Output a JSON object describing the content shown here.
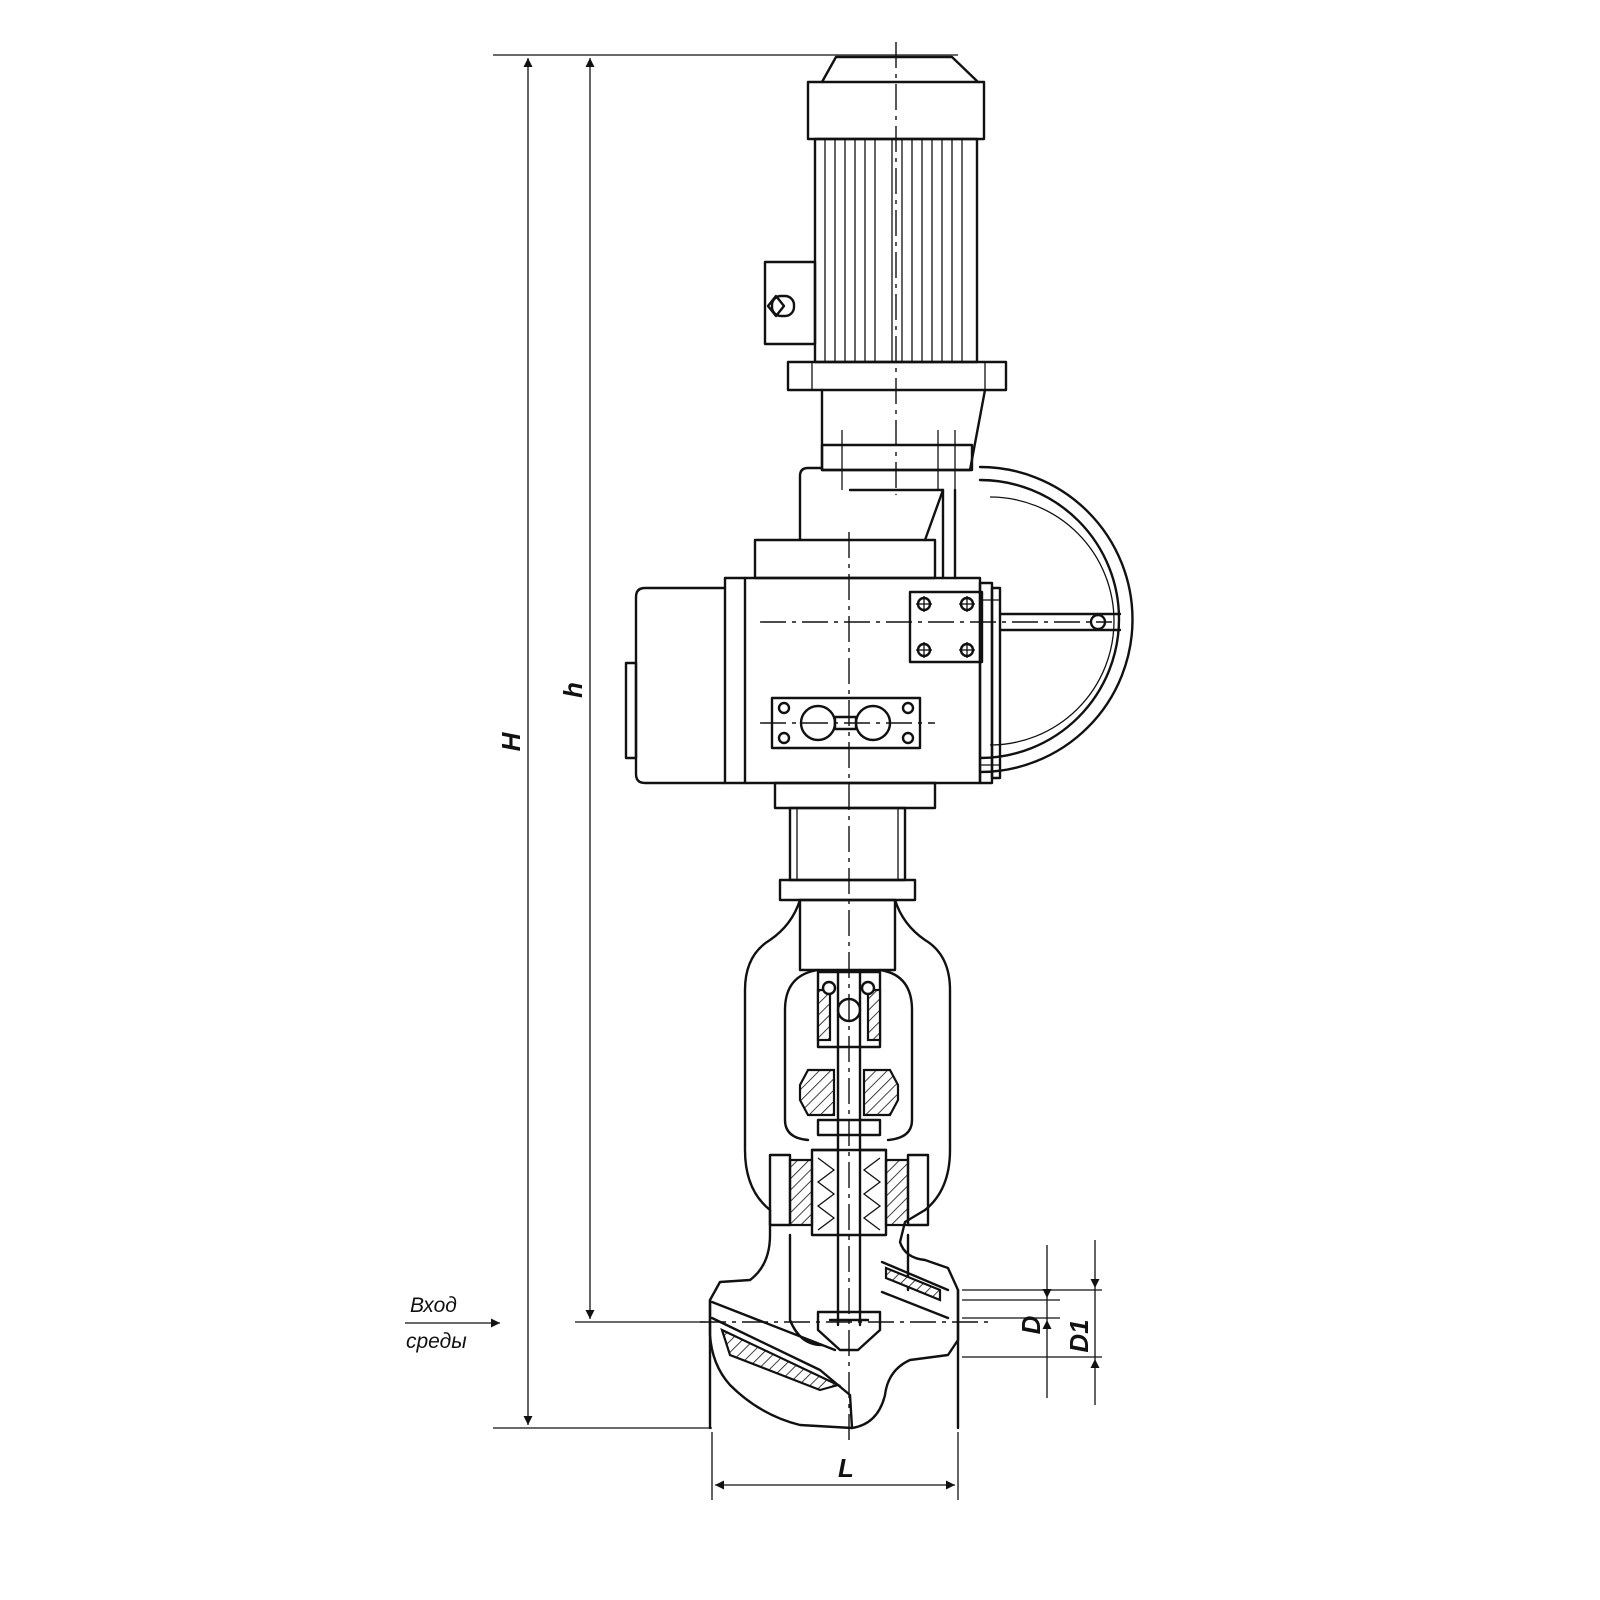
{
  "drawing": {
    "dimensions": {
      "overall_height": "H",
      "height_to_axis": "h",
      "length": "L",
      "bore": "D",
      "outer_diameter": "D1"
    },
    "flow_note": {
      "line1": "Вход",
      "line2": "среды"
    }
  }
}
